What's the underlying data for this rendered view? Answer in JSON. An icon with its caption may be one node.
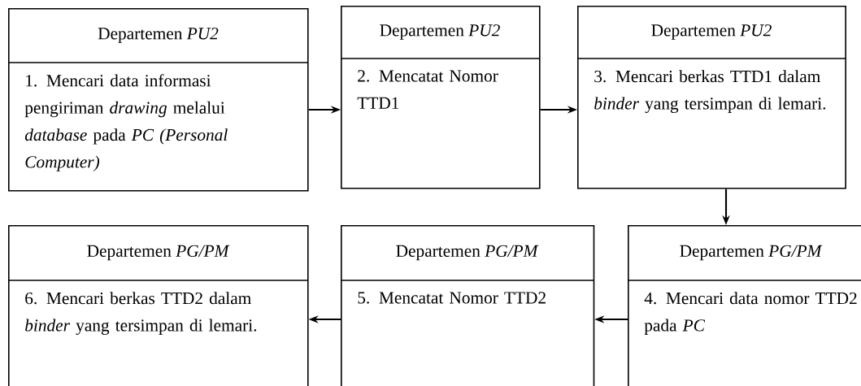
{
  "diagram": {
    "nodes": [
      {
        "text": [
          "Departemen *PU2*",
          "1. Mencari data informasi pengiriman *drawing* melalui *database* pada *PC (Personal Computer)*"
        ]
      },
      {
        "text": [
          "Departemen *PU2*",
          "2. Mencatat Nomor TTD1"
        ]
      },
      {
        "text": [
          "Departemen *PU2*",
          "3. Mencari berkas TTD1 dalam *binder* yang tersimpan di lemari."
        ]
      },
      {
        "text": [
          "Departemen *PG/PM*",
          "4. Mencari data nomor TTD2 pada *PC*"
        ]
      },
      {
        "text": [
          "Departemen *PG/PM*",
          "5. Mencatat Nomor TTD2"
        ]
      },
      {
        "text": [
          "Departemen *PG/PM*",
          "6. Mencari berkas TTD2 dalam *binder* yang tersimpan di lemari."
        ]
      }
    ],
    "edges": [
      {
        "from": 0,
        "to": 1,
        "arrow": "to"
      },
      {
        "from": 1,
        "to": 2,
        "arrow": "to"
      },
      {
        "from": 2,
        "to": 3,
        "arrow": "to"
      },
      {
        "from": 3,
        "to": 4,
        "arrow": "to"
      },
      {
        "from": 4,
        "to": 5,
        "arrow": "to"
      }
    ]
  }
}
